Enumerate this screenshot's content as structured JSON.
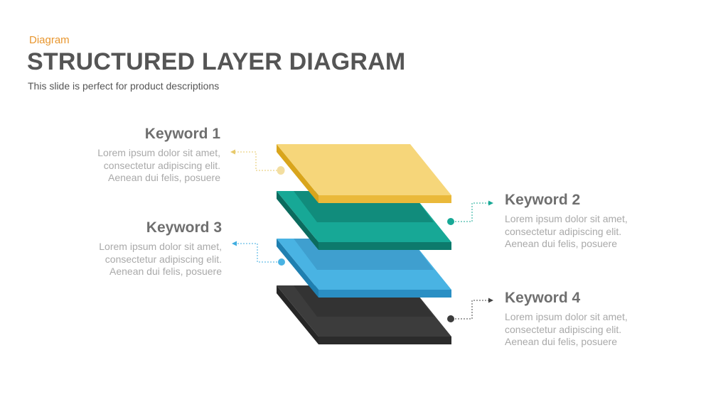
{
  "header": {
    "eyebrow": "Diagram",
    "title": "STRUCTURED LAYER DIAGRAM",
    "subtitle": "This slide is perfect for product descriptions"
  },
  "keywords": [
    {
      "title": "Keyword 1",
      "lines": [
        "Lorem ipsum dolor sit amet,",
        "consectetur adipiscing elit.",
        "Aenean dui felis, posuere"
      ]
    },
    {
      "title": "Keyword 2",
      "lines": [
        "Lorem ipsum dolor sit amet,",
        "consectetur adipiscing elit.",
        "Aenean dui felis, posuere"
      ]
    },
    {
      "title": "Keyword 3",
      "lines": [
        "Lorem ipsum dolor sit amet,",
        "consectetur adipiscing elit.",
        "Aenean dui felis, posuere"
      ]
    },
    {
      "title": "Keyword 4",
      "lines": [
        "Lorem ipsum dolor sit amet,",
        "consectetur adipiscing elit.",
        "Aenean dui felis, posuere"
      ]
    }
  ],
  "colors": {
    "accent": "#e8962e",
    "layer1": "#f6d67a",
    "layer2": "#17a896",
    "layer3": "#3fade0",
    "layer4": "#3c3c3c"
  }
}
